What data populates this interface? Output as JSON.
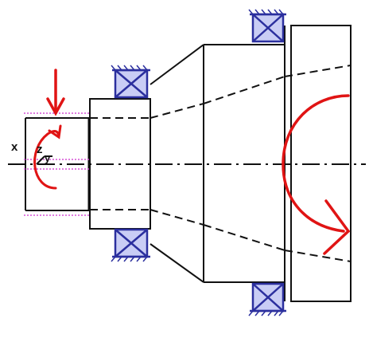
{
  "labels": {
    "x_axis": "x",
    "z_axis": "z",
    "y_axis": "y"
  },
  "colors": {
    "outline": "#111111",
    "bearing": "#2b2f9e",
    "bearing_fill": "#c9cdf5",
    "load": "#e01414",
    "reference": "#d650d6"
  },
  "bearings": {
    "count": 4
  },
  "loads": {
    "radial_force": "red-down-arrow",
    "input_torque": "red-curved-arrow",
    "output_torque": "red-large-curved-arrow"
  }
}
